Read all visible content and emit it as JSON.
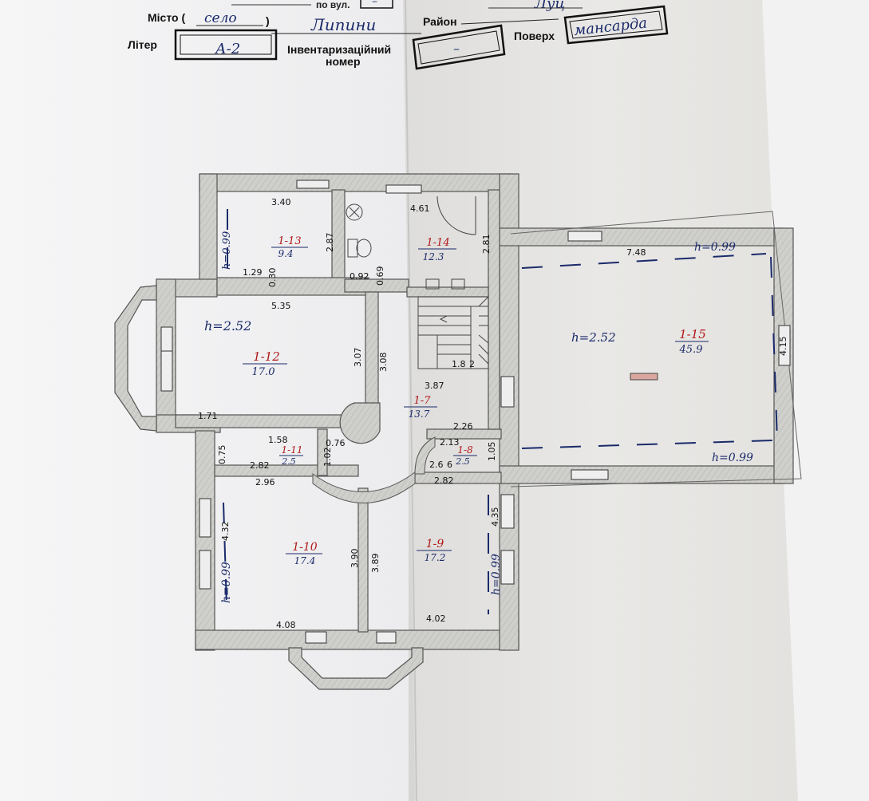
{
  "header": {
    "street_label": "по вул.",
    "street_value": "–",
    "district_value": "Луц",
    "city_label": "Місто (",
    "city_type": "село",
    "city_close": ")",
    "city_value": "Липини",
    "district_label": "Район",
    "liter_label": "Літер",
    "liter_value": "А-2",
    "inventory_label_1": "Інвентаризаційний",
    "inventory_label_2": "номер",
    "inventory_value": "–",
    "floor_label": "Поверх",
    "floor_value": "мансарда"
  },
  "plan": {
    "rooms": [
      {
        "id": "1-13",
        "area": "9.4"
      },
      {
        "id": "1-14",
        "area": "12.3"
      },
      {
        "id": "1-12",
        "area": "17.0"
      },
      {
        "id": "1-7",
        "area": "13.7"
      },
      {
        "id": "1-15",
        "area": "45.9"
      },
      {
        "id": "1-11",
        "area": "2.5"
      },
      {
        "id": "1-8",
        "area": "2.5"
      },
      {
        "id": "1-10",
        "area": "17.4"
      },
      {
        "id": "1-9",
        "area": "17.2"
      }
    ],
    "dims": {
      "d1": "3.40",
      "d2": "2.87",
      "d3": "1.29",
      "d4": "0.30",
      "d5": "0.92",
      "d6": "0.69",
      "d7": "4.61",
      "d8": "2.81",
      "d9": "5.35",
      "d10": "3.07",
      "d11": "3.08",
      "d12": "1.71",
      "d13": "3.87",
      "d14": "1.8",
      "d15": "2",
      "d16": "7.48",
      "d17": "4.15",
      "d18": "1.58",
      "d19": "0.76",
      "d20": "0.75",
      "d21": "2.82",
      "d22": "1.02",
      "d23": "2.96",
      "d24": "2.26",
      "d25": "2.13",
      "d26": "2.6",
      "d27": "6",
      "d28": "1.05",
      "d29": "2.82",
      "d30": "4.32",
      "d31": "3.90",
      "d32": "3.89",
      "d33": "4.35",
      "d34": "4.08",
      "d35": "4.02"
    },
    "heights": {
      "h1": "h=0.99",
      "h2": "h=2.52",
      "h3": "h=2.52",
      "h4": "h=0.99",
      "h5": "h=0.99",
      "h6": "h=0.99",
      "h7": "h=0.99"
    }
  }
}
